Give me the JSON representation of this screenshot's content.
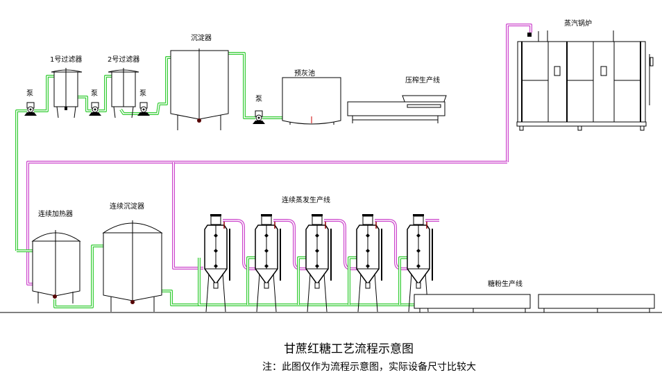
{
  "title": "甘蔗红糖工艺流程示意图",
  "note": "注：此图仅作为流程示意图，实际设备尺寸比较大",
  "colors": {
    "material_pipe": "#33cc33",
    "steam_pipe": "#cc44cc",
    "line": "#000000",
    "valve": "#8b0000"
  },
  "labels": {
    "pump": "泵",
    "filter1": "1号过滤器",
    "filter2": "2号过滤器",
    "settler": "沉淀器",
    "pre_lime_tank": "预灰池",
    "press_line": "压榨生产线",
    "steam_boiler": "蒸汽锅炉",
    "continuous_heater": "连续加热器",
    "continuous_settler": "连续沉淀器",
    "evaporation_line": "连续蒸发生产线",
    "sugar_powder_line": "糖粉生产线"
  },
  "evaporators": [
    {
      "id": 1
    },
    {
      "id": 2
    },
    {
      "id": 3
    },
    {
      "id": 4
    },
    {
      "id": 5
    }
  ],
  "pumps": [
    {
      "id": 1
    },
    {
      "id": 2
    },
    {
      "id": 3
    },
    {
      "id": 4
    }
  ]
}
